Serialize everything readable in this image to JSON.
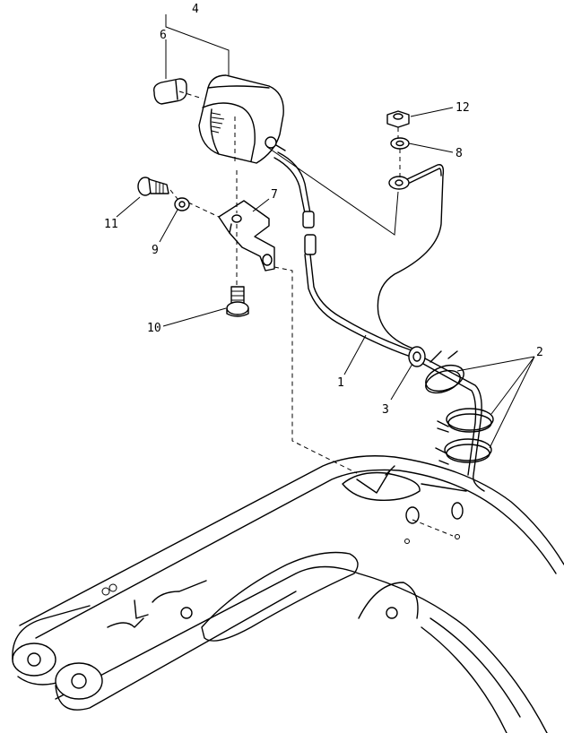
{
  "callouts": [
    {
      "id": "1",
      "label": "1"
    },
    {
      "id": "2",
      "label": "2"
    },
    {
      "id": "3",
      "label": "3"
    },
    {
      "id": "4",
      "label": "4"
    },
    {
      "id": "6",
      "label": "6"
    },
    {
      "id": "7",
      "label": "7"
    },
    {
      "id": "8",
      "label": "8"
    },
    {
      "id": "9",
      "label": "9"
    },
    {
      "id": "10",
      "label": "10"
    },
    {
      "id": "11",
      "label": "11"
    },
    {
      "id": "12",
      "label": "12"
    }
  ]
}
